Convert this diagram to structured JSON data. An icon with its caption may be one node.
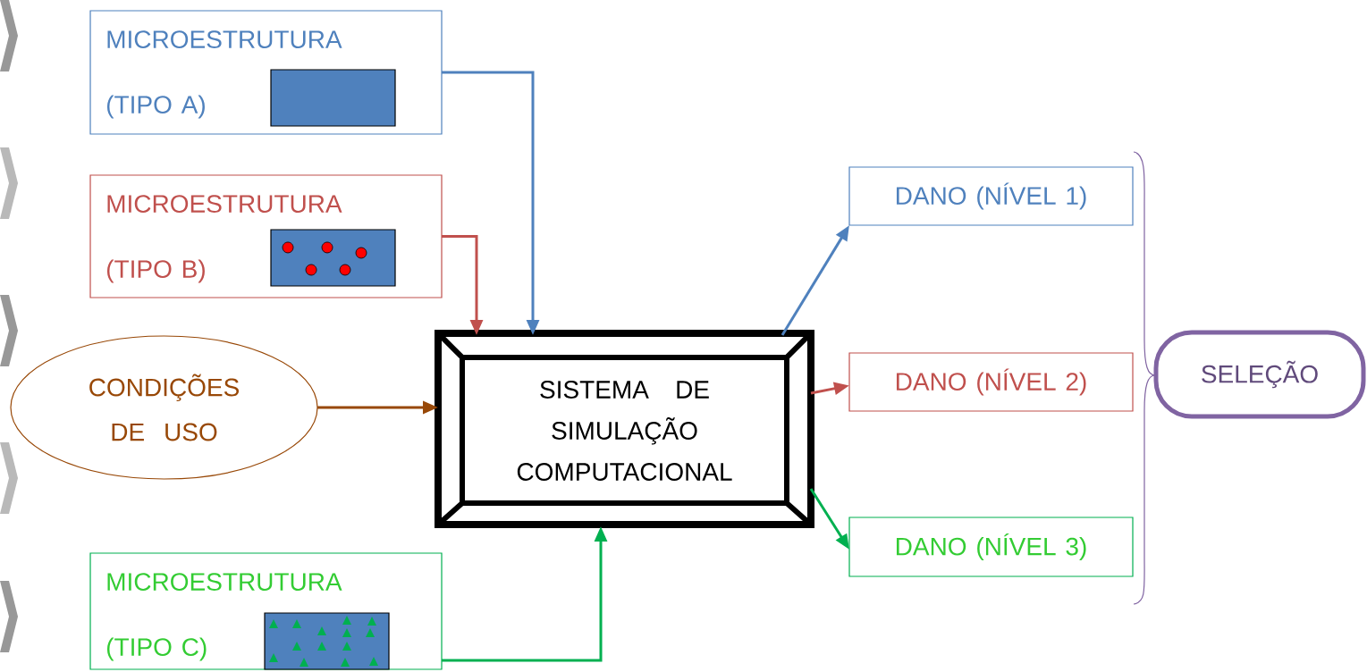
{
  "diagram": {
    "nodes": [
      {
        "text": [
          "MICROESTRUTURA (TIPO A)"
        ]
      },
      {
        "text": [
          "MICROESTRUTURA (TIPO B)"
        ]
      },
      {
        "text": [
          "CONDIÇÕES DE USO"
        ]
      },
      {
        "text": [
          "SISTEMA DE SIMULAÇÃO COMPUTACIONAL"
        ]
      },
      {
        "text": [
          "MICROESTRUTURA (TIPO C)"
        ]
      },
      {
        "text": [
          "DANO (NÍVEL 1)"
        ]
      },
      {
        "text": [
          "DANO (NÍVEL 2)"
        ]
      },
      {
        "text": [
          "DANO (NÍVEL 3)"
        ]
      },
      {
        "text": [
          "SELEÇÃO"
        ]
      }
    ],
    "edges": [
      {
        "from": 0,
        "to": 3,
        "arrow": "to",
        "color": "#4f81bd"
      },
      {
        "from": 1,
        "to": 3,
        "arrow": "to",
        "color": "#c0504d"
      },
      {
        "from": 2,
        "to": 3,
        "arrow": "to",
        "color": "#984807"
      },
      {
        "from": 4,
        "to": 3,
        "arrow": "to",
        "color": "#00b050"
      },
      {
        "from": 3,
        "to": 5,
        "arrow": "to",
        "color": "#4f81bd"
      },
      {
        "from": 3,
        "to": 6,
        "arrow": "to",
        "color": "#c0504d"
      },
      {
        "from": 3,
        "to": 7,
        "arrow": "to",
        "color": "#00b050"
      }
    ]
  }
}
